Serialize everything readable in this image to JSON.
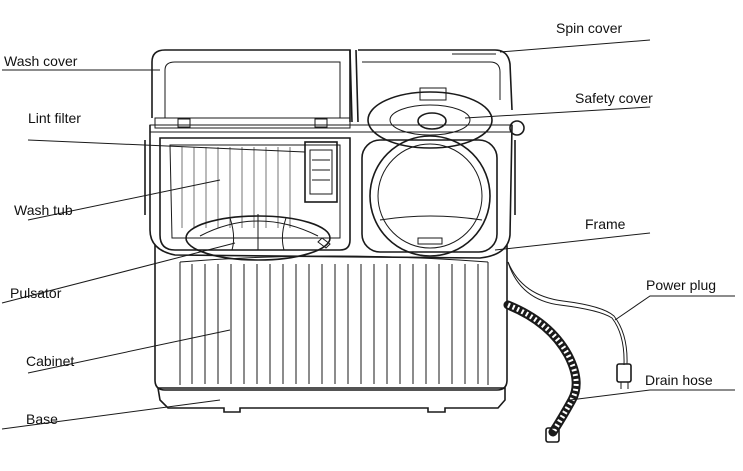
{
  "diagram": {
    "labels": {
      "wash_cover": "Wash cover",
      "lint_filter": "Lint filter",
      "wash_tub": "Wash tub",
      "pulsator": "Pulsator",
      "cabinet": "Cabinet",
      "base": "Base",
      "spin_cover": "Spin cover",
      "safety_cover": "Safety cover",
      "frame": "Frame",
      "power_plug": "Power plug",
      "drain_hose": "Drain hose"
    }
  }
}
